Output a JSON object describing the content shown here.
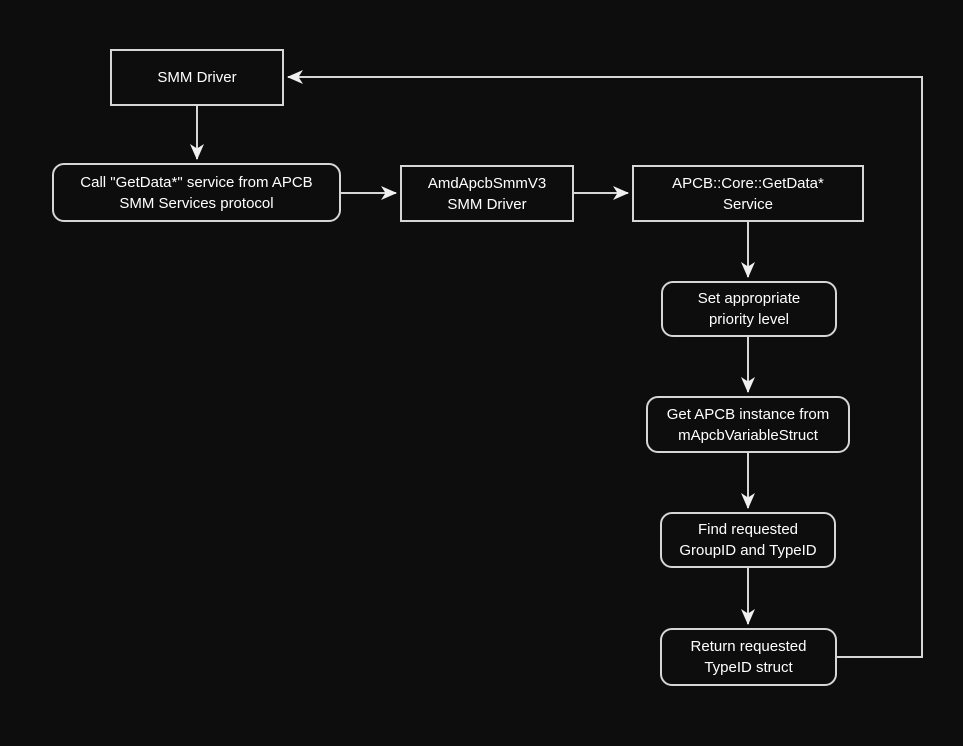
{
  "canvas": {
    "background_color": "#0d0d0d",
    "line_color": "#d6d6d6",
    "text_color": "#ffffff"
  },
  "diagram": {
    "type": "flowchart",
    "nodes": [
      {
        "id": "smm-driver",
        "shape": "rect",
        "label": "SMM Driver"
      },
      {
        "id": "call-getdata",
        "shape": "rounded",
        "label": "Call \"GetData*\" service from APCB\nSMM Services protocol"
      },
      {
        "id": "amd-apcb-smm-v3",
        "shape": "rect",
        "label": "AmdApcbSmmV3\nSMM Driver"
      },
      {
        "id": "apcb-core-getdata",
        "shape": "rect",
        "label": "APCB::Core::GetData*\nService"
      },
      {
        "id": "set-priority",
        "shape": "rounded",
        "label": "Set appropriate\npriority level"
      },
      {
        "id": "get-apcb-instance",
        "shape": "rounded",
        "label": "Get APCB instance from\nmApcbVariableStruct"
      },
      {
        "id": "find-group-type",
        "shape": "rounded",
        "label": "Find requested\nGroupID and TypeID"
      },
      {
        "id": "return-typeid",
        "shape": "rounded",
        "label": "Return requested\nTypeID struct"
      }
    ],
    "edges": [
      {
        "from": "smm-driver",
        "to": "call-getdata"
      },
      {
        "from": "call-getdata",
        "to": "amd-apcb-smm-v3"
      },
      {
        "from": "amd-apcb-smm-v3",
        "to": "apcb-core-getdata"
      },
      {
        "from": "apcb-core-getdata",
        "to": "set-priority"
      },
      {
        "from": "set-priority",
        "to": "get-apcb-instance"
      },
      {
        "from": "get-apcb-instance",
        "to": "find-group-type"
      },
      {
        "from": "find-group-type",
        "to": "return-typeid"
      },
      {
        "from": "return-typeid",
        "to": "smm-driver"
      }
    ]
  }
}
